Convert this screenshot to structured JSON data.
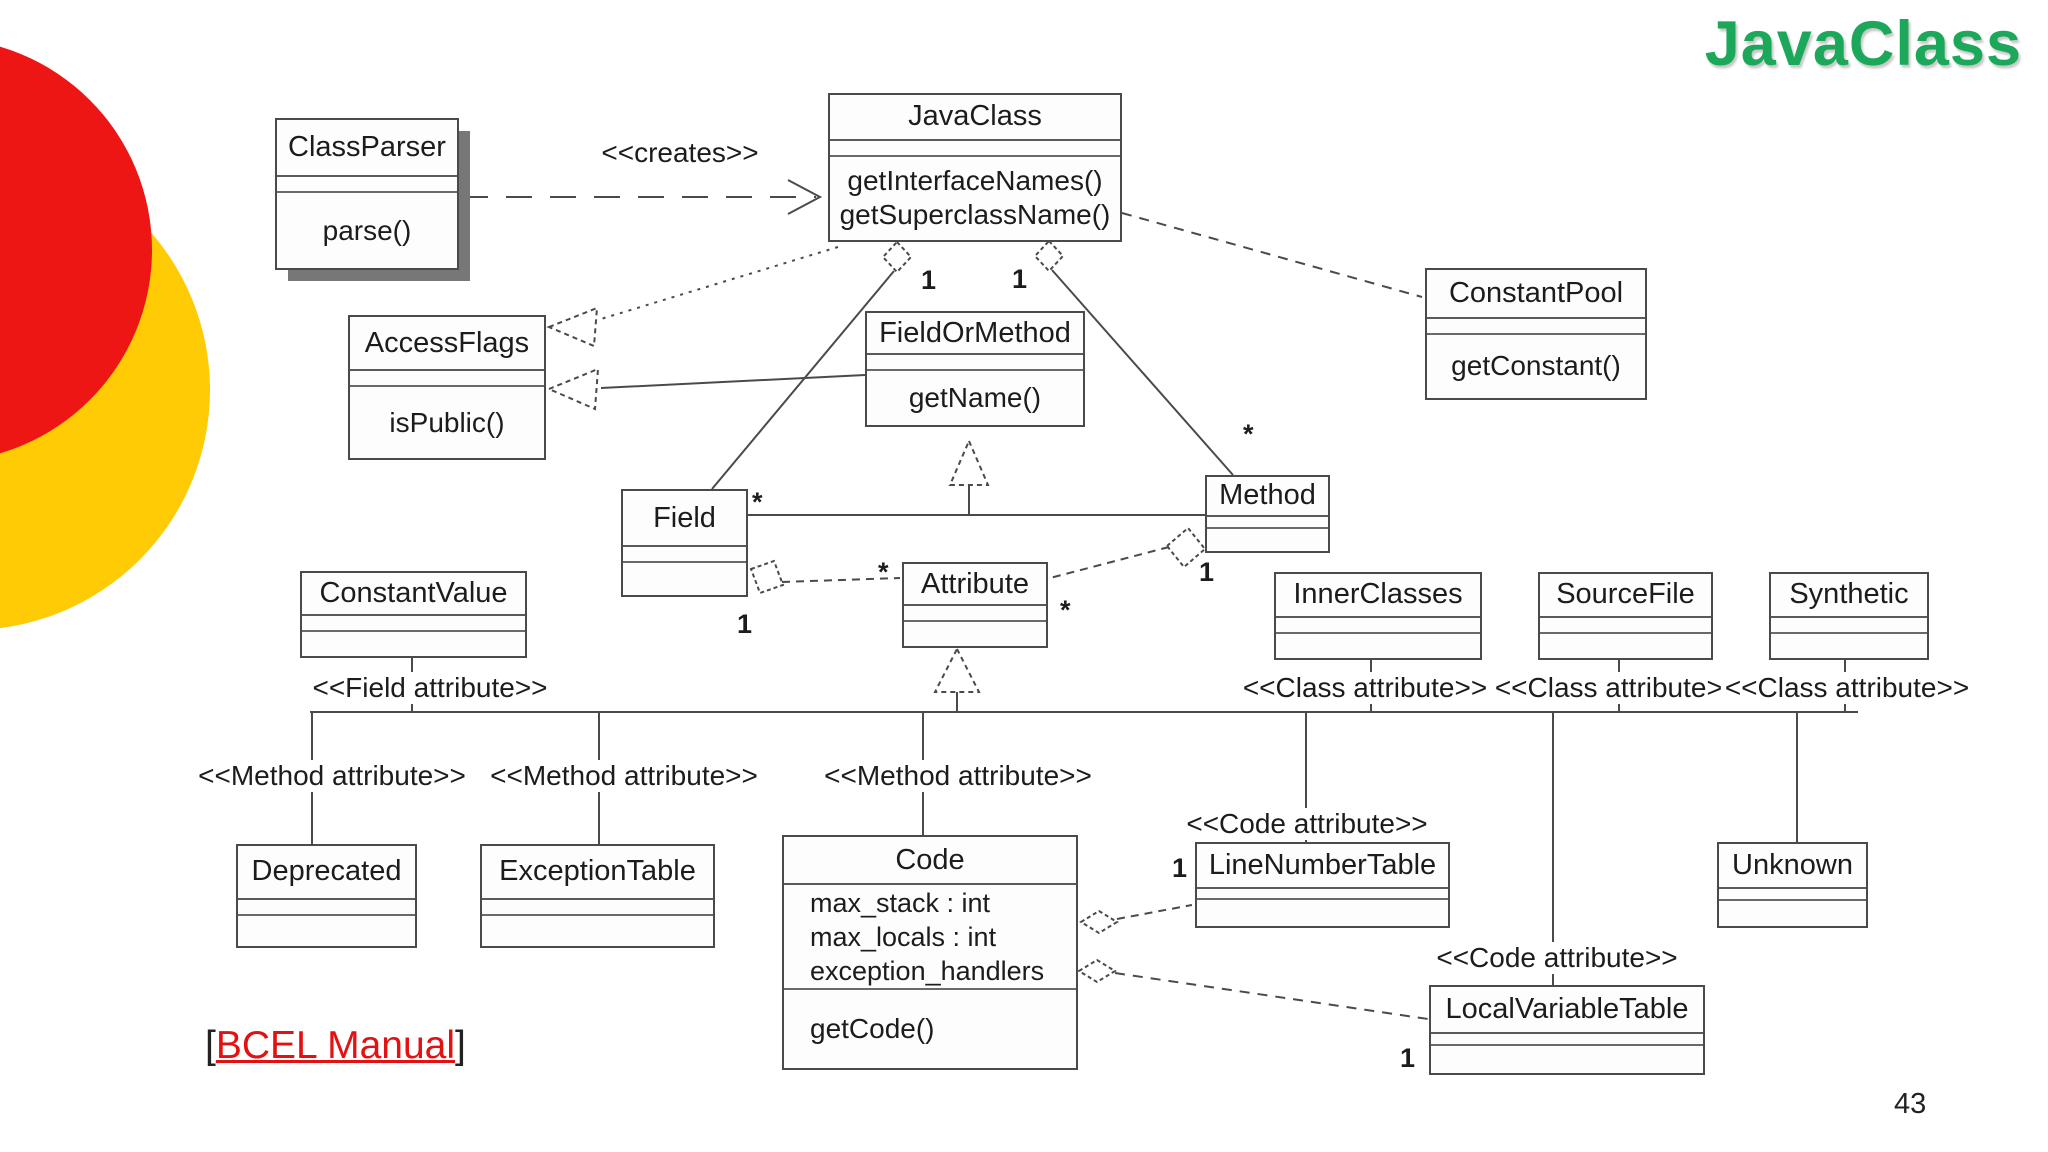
{
  "header": {
    "title": "JavaClass"
  },
  "classes": {
    "class_parser": {
      "name": "ClassParser",
      "methods": "parse()"
    },
    "java_class": {
      "name": "JavaClass",
      "methods": "getInterfaceNames()\ngetSuperclassName()"
    },
    "constant_pool": {
      "name": "ConstantPool",
      "methods": "getConstant()"
    },
    "access_flags": {
      "name": "AccessFlags",
      "methods": "isPublic()"
    },
    "field_or_method": {
      "name": "FieldOrMethod",
      "methods": "getName()"
    },
    "field": {
      "name": "Field"
    },
    "method": {
      "name": "Method"
    },
    "attribute": {
      "name": "Attribute"
    },
    "constant_value": {
      "name": "ConstantValue"
    },
    "inner_classes": {
      "name": "InnerClasses"
    },
    "source_file": {
      "name": "SourceFile"
    },
    "synthetic": {
      "name": "Synthetic"
    },
    "deprecated": {
      "name": "Deprecated"
    },
    "exception_table": {
      "name": "ExceptionTable"
    },
    "code": {
      "name": "Code",
      "attrs": "max_stack : int\nmax_locals : int\nexception_handlers",
      "methods": "getCode()"
    },
    "line_number_table": {
      "name": "LineNumberTable"
    },
    "local_variable_table": {
      "name": "LocalVariableTable"
    },
    "unknown": {
      "name": "Unknown"
    }
  },
  "labels": {
    "creates": "<<creates>>",
    "field_attribute": "<<Field attribute>>",
    "class_attribute": "<<Class attribute>>",
    "method_attribute": "<<Method attribute>>",
    "code_attribute": "<<Code attribute>>"
  },
  "mult": {
    "one": "1",
    "many": "*"
  },
  "footer": {
    "bracket_open": "[",
    "link_text": "BCEL Manual",
    "bracket_close": "]",
    "page_number": "43"
  },
  "colors": {
    "title_green": "#1ca85a",
    "link_red": "#e31111",
    "circle_red": "#ee1515",
    "circle_yellow": "#ffcb05",
    "line_gray": "#4a4a4a"
  }
}
